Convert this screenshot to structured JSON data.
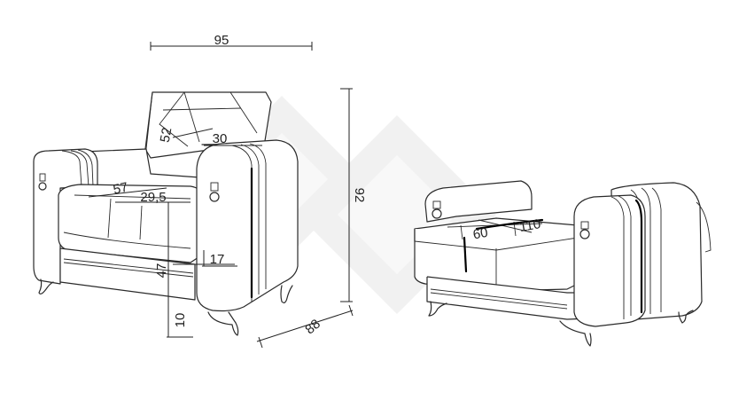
{
  "watermark": {
    "color": "#e9e9e9"
  },
  "armchair_front": {
    "dimensions": {
      "width": "95",
      "height": "92",
      "depth": "88",
      "back_cushion_height": "52",
      "back_cushion_width": "30",
      "seat_depth": "57",
      "seat_front_width": "29,5",
      "armrest_width": "17",
      "seat_height": "47",
      "leg_height": "10"
    }
  },
  "armchair_open": {
    "dimensions": {
      "storage_width": "110",
      "storage_depth": "60"
    }
  }
}
